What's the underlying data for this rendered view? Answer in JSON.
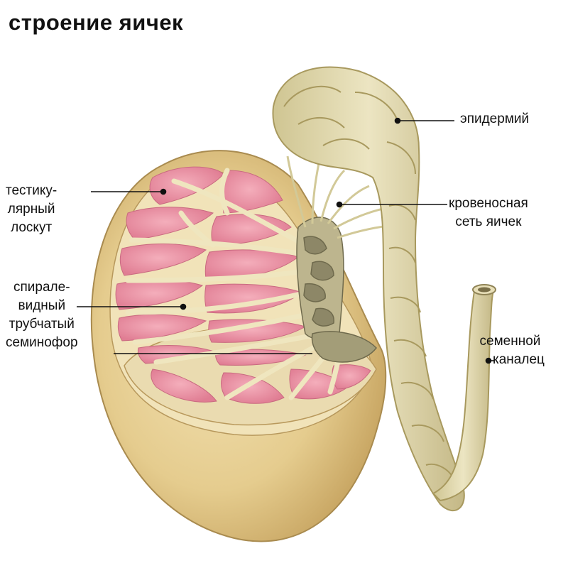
{
  "title": "строение яичек",
  "labels": {
    "epididymis": [
      "эпидермий"
    ],
    "lobule": [
      "тестику-",
      "лярный",
      "лоскут"
    ],
    "rete_testis": [
      "кровеносная",
      "сеть яичек"
    ],
    "seminiferous_tubule": [
      "спирале-",
      "видный",
      "трубчатый",
      "семинофор"
    ],
    "vas_deferens": [
      "семенной",
      "каналец"
    ]
  },
  "colors": {
    "tunica": "#e3c98c",
    "lobule_pink": "#e98da0",
    "septa": "#e9dfb1",
    "duct": "#d9d2a2",
    "leader": "#111111"
  }
}
